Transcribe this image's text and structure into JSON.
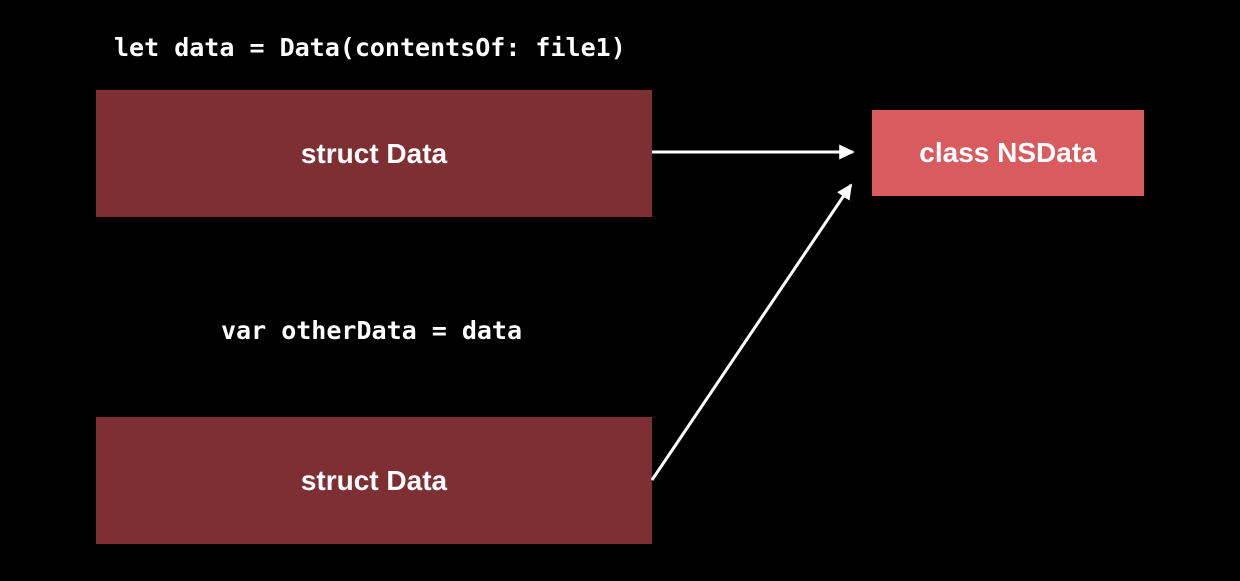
{
  "diagram": {
    "code_lines": {
      "line1": "let data = Data(contentsOf: file1)",
      "line2": "var otherData = data"
    },
    "boxes": {
      "struct1": {
        "label": "struct Data"
      },
      "struct2": {
        "label": "struct Data"
      },
      "nsdata": {
        "label": "class NSData"
      }
    },
    "arrows": [
      {
        "from": "struct1",
        "to": "nsdata"
      },
      {
        "from": "struct2",
        "to": "nsdata"
      }
    ],
    "colors": {
      "background": "#000000",
      "struct_box": "#7E2F33",
      "class_box": "#D85B5F",
      "arrow": "#FFFFFF",
      "text": "#FFFFFF"
    }
  }
}
